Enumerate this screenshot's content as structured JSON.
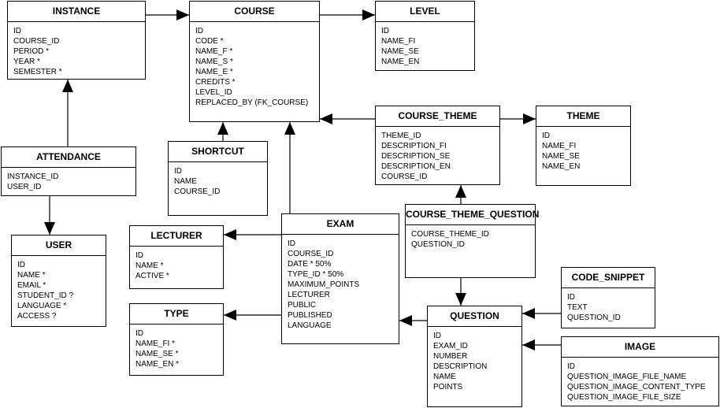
{
  "entities": {
    "instance": {
      "name": "INSTANCE",
      "fields": [
        "ID",
        "COURSE_ID",
        "PERIOD *",
        "YEAR *",
        "SEMESTER *"
      ]
    },
    "course": {
      "name": "COURSE",
      "fields": [
        "ID",
        "CODE *",
        "NAME_F *",
        "NAME_S *",
        "NAME_E *",
        "CREDITS *",
        "LEVEL_ID",
        "REPLACED_BY (FK_COURSE)"
      ]
    },
    "level": {
      "name": "LEVEL",
      "fields": [
        "ID",
        "NAME_FI",
        "NAME_SE",
        "NAME_EN"
      ]
    },
    "attendance": {
      "name": "ATTENDANCE",
      "fields": [
        "INSTANCE_ID",
        "USER_ID"
      ]
    },
    "shortcut": {
      "name": "SHORTCUT",
      "fields": [
        "ID",
        "NAME",
        "COURSE_ID"
      ]
    },
    "course_theme": {
      "name": "COURSE_THEME",
      "fields": [
        "THEME_ID",
        "DESCRIPTION_FI",
        "DESCRIPTION_SE",
        "DESCRIPTION_EN",
        "COURSE_ID"
      ]
    },
    "theme": {
      "name": "THEME",
      "fields": [
        "ID",
        "NAME_FI",
        "NAME_SE",
        "NAME_EN"
      ]
    },
    "course_theme_question": {
      "name": "COURSE_THEME_QUESTION",
      "fields": [
        "COURSE_THEME_ID",
        "QUESTION_ID"
      ]
    },
    "user": {
      "name": "USER",
      "fields": [
        "ID",
        "NAME *",
        "EMAIL *",
        "STUDENT_ID ?",
        "LANGUAGE *",
        "ACCESS ?"
      ]
    },
    "lecturer": {
      "name": "LECTURER",
      "fields": [
        "ID",
        "NAME *",
        "ACTIVE *"
      ]
    },
    "exam": {
      "name": "EXAM",
      "fields": [
        "ID",
        "COURSE_ID",
        "DATE * 50%",
        "TYPE_ID * 50%",
        "MAXIMUM_POINTS",
        "LECTURER",
        "PUBLIC",
        "PUBLISHED",
        "LANGUAGE"
      ]
    },
    "type": {
      "name": "TYPE",
      "fields": [
        "ID",
        "NAME_FI *",
        "NAME_SE *",
        "NAME_EN *"
      ]
    },
    "code_snippet": {
      "name": "CODE_SNIPPET",
      "fields": [
        "ID",
        "TEXT",
        "QUESTION_ID"
      ]
    },
    "question": {
      "name": "QUESTION",
      "fields": [
        "ID",
        "EXAM_ID",
        "NUMBER",
        "DESCRIPTION",
        "NAME",
        "POINTS"
      ]
    },
    "image": {
      "name": "IMAGE",
      "fields": [
        "ID",
        "QUESTION_IMAGE_FILE_NAME",
        "QUESTION_IMAGE_CONTENT_TYPE",
        "QUESTION_IMAGE_FILE_SIZE"
      ]
    }
  },
  "relationships": [
    {
      "from": "instance",
      "to": "course"
    },
    {
      "from": "course",
      "to": "level"
    },
    {
      "from": "attendance",
      "to": "instance"
    },
    {
      "from": "attendance",
      "to": "user"
    },
    {
      "from": "shortcut",
      "to": "course"
    },
    {
      "from": "exam",
      "to": "course"
    },
    {
      "from": "course_theme",
      "to": "course"
    },
    {
      "from": "course_theme",
      "to": "theme"
    },
    {
      "from": "course_theme_question",
      "to": "course_theme"
    },
    {
      "from": "course_theme_question",
      "to": "question"
    },
    {
      "from": "exam",
      "to": "lecturer"
    },
    {
      "from": "exam",
      "to": "type"
    },
    {
      "from": "question",
      "to": "exam"
    },
    {
      "from": "code_snippet",
      "to": "question"
    },
    {
      "from": "image",
      "to": "question"
    }
  ]
}
